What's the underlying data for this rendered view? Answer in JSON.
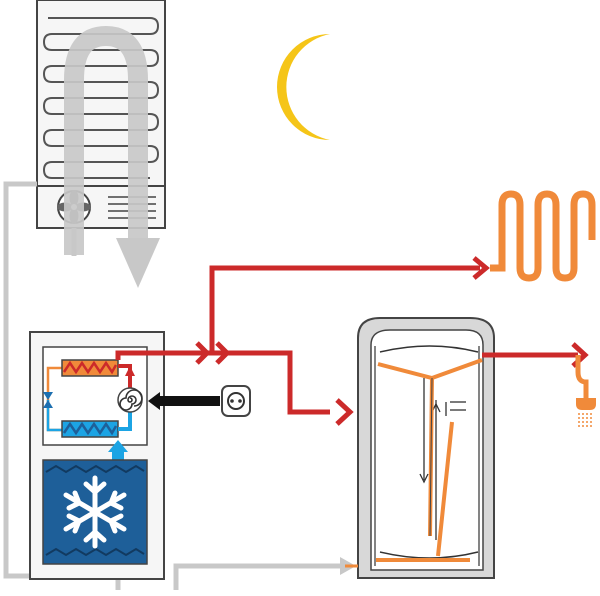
{
  "diagram": {
    "kind": "heat-pump-water-heater-schematic",
    "time_of_day_icon": "crescent-moon-icon",
    "components": [
      {
        "name": "outdoor-air-unit",
        "icon": "fan-icon"
      },
      {
        "name": "heat-pump-unit",
        "icon": "snowflake-icon"
      },
      {
        "name": "compressor",
        "icon": "spiral-icon"
      },
      {
        "name": "power-plug",
        "icon": "plug-icon"
      },
      {
        "name": "hot-water-storage-tank"
      },
      {
        "name": "underfloor-heating",
        "icon": "radiator-coil-icon"
      },
      {
        "name": "shower",
        "icon": "shower-icon"
      }
    ],
    "colors": {
      "hot_flow": "#cc2a2a",
      "cold_flow": "#1ca4e4",
      "warm_coil": "#f08a3a",
      "air_flow": "#c8c8c8",
      "moon": "#f5c518",
      "exchanger": "#1e5f99",
      "outline": "#444444"
    }
  }
}
